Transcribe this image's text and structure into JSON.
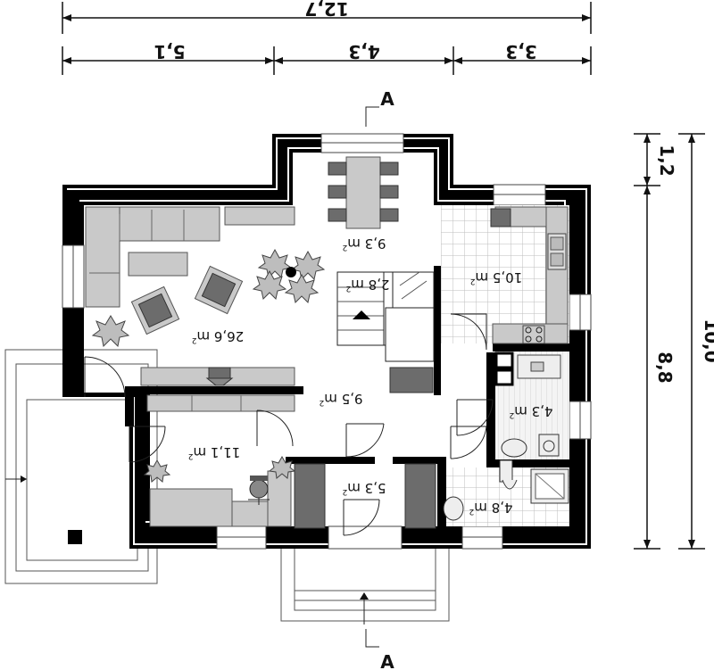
{
  "dimensions": {
    "overall_width": "12,7",
    "segment_left": "5,1",
    "segment_middle": "4,3",
    "segment_right": "3,3",
    "overall_depth": "10,0",
    "depth_main": "8,8",
    "depth_bay": "1,2"
  },
  "section_marks": {
    "top": "A",
    "bottom": "A"
  },
  "rooms": [
    {
      "id": "living",
      "area": "26,6 m",
      "unit_sup": "2"
    },
    {
      "id": "dining",
      "area": "9,3 m",
      "unit_sup": "2"
    },
    {
      "id": "stairs",
      "area": "2,8 m",
      "unit_sup": "2"
    },
    {
      "id": "kitchen",
      "area": "10,5 m",
      "unit_sup": "2"
    },
    {
      "id": "hall",
      "area": "9,5 m",
      "unit_sup": "2"
    },
    {
      "id": "bath",
      "area": "4,3 m",
      "unit_sup": "2"
    },
    {
      "id": "office",
      "area": "11,1 m",
      "unit_sup": "2"
    },
    {
      "id": "entry",
      "area": "5,3 m",
      "unit_sup": "2"
    },
    {
      "id": "wc",
      "area": "4,8 m",
      "unit_sup": "2"
    }
  ],
  "colors": {
    "wall": "#000000",
    "furniture": "#c9c9c9",
    "dark_furniture": "#6c6c6c",
    "tile_line": "#bdbdbd"
  }
}
